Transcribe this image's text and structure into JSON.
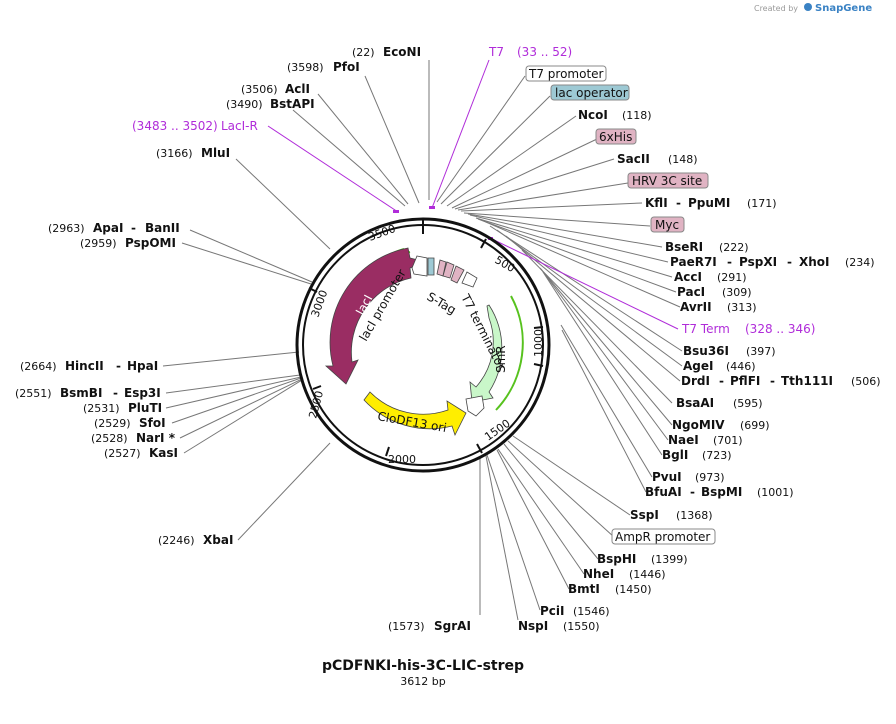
{
  "brand": {
    "prefix": "Created by",
    "name": "SnapGene"
  },
  "plasmid": {
    "name": "pCDFNKI-his-3C-LIC-strep",
    "length_label": "3612 bp"
  },
  "ticks": [
    "500",
    "1000",
    "1500",
    "2000",
    "2500",
    "3000",
    "3500"
  ],
  "sites_left": [
    {
      "name": "EcoNI",
      "pos": "(22)"
    },
    {
      "name": "PfoI",
      "pos": "(3598)"
    },
    {
      "name": "AclI",
      "pos": "(3506)"
    },
    {
      "name": "BstAPI",
      "pos": "(3490)"
    },
    {
      "name": "MluI",
      "pos": "(3166)"
    },
    {
      "name": "ApaI",
      "name2": "BanII",
      "pos": "(2963)"
    },
    {
      "name": "PspOMI",
      "pos": "(2959)"
    },
    {
      "name": "HincII",
      "name2": "HpaI",
      "pos": "(2664)"
    },
    {
      "name": "BsmBI",
      "name2": "Esp3I",
      "pos": "(2551)"
    },
    {
      "name": "PluTI",
      "pos": "(2531)"
    },
    {
      "name": "SfoI",
      "pos": "(2529)"
    },
    {
      "name": "NarI *",
      "pos": "(2528)"
    },
    {
      "name": "KasI",
      "pos": "(2527)"
    },
    {
      "name": "XbaI",
      "pos": "(2246)"
    }
  ],
  "sites_right": [
    {
      "name": "NcoI",
      "pos": "(118)"
    },
    {
      "name": "SacII",
      "pos": "(148)"
    },
    {
      "name": "KflI",
      "name2": "PpuMI",
      "pos": "(171)"
    },
    {
      "name": "BseRI",
      "pos": "(222)"
    },
    {
      "name": "PaeR7I",
      "name2": "PspXI",
      "name3": "XhoI",
      "pos": "(234)"
    },
    {
      "name": "AccI",
      "pos": "(291)"
    },
    {
      "name": "PacI",
      "pos": "(309)"
    },
    {
      "name": "AvrII",
      "pos": "(313)"
    },
    {
      "name": "Bsu36I",
      "pos": "(397)"
    },
    {
      "name": "AgeI",
      "pos": "(446)"
    },
    {
      "name": "DrdI",
      "name2": "PflFI",
      "name3": "Tth111I",
      "pos": "(506)"
    },
    {
      "name": "BsaAI",
      "pos": "(595)"
    },
    {
      "name": "NgoMIV",
      "pos": "(699)"
    },
    {
      "name": "NaeI",
      "pos": "(701)"
    },
    {
      "name": "BglI",
      "pos": "(723)"
    },
    {
      "name": "PvuI",
      "pos": "(973)"
    },
    {
      "name": "BfuAI",
      "name2": "BspMI",
      "pos": "(1001)"
    },
    {
      "name": "SspI",
      "pos": "(1368)"
    },
    {
      "name": "BspHI",
      "pos": "(1399)"
    },
    {
      "name": "NheI",
      "pos": "(1446)"
    },
    {
      "name": "BmtI",
      "pos": "(1450)"
    },
    {
      "name": "PciI",
      "pos": "(1546)"
    },
    {
      "name": "NspI",
      "pos": "(1550)"
    },
    {
      "name": "SgrAI",
      "pos": "(1573)"
    }
  ],
  "primers": [
    {
      "name": "T7",
      "range": "(33 .. 52)"
    },
    {
      "name": "LacI-R",
      "range": "(3483 .. 3502)"
    },
    {
      "name": "T7 Term",
      "range": "(328 .. 346)"
    }
  ],
  "feature_labels": {
    "t7_promoter": "T7 promoter",
    "lac_operator": "lac operator",
    "his6": "6xHis",
    "hrv3c": "HRV 3C site",
    "myc": "Myc",
    "ampr_promoter": "AmpR promoter"
  },
  "inner_labels": {
    "laci": "lacI",
    "laci_promoter": "lacI promoter",
    "stag": "S-Tag",
    "t7_terminator": "T7 terminator",
    "smr": "SmR",
    "cdf_ori": "CloDF13 ori"
  },
  "colors": {
    "laci": "#9a2d63",
    "smr": "#c9f7c9",
    "ori": "#ffee00",
    "t7_box": "#ffffff",
    "lac_box": "#9dc9d4",
    "tag_box": "#e0b3c3",
    "primer": "#b02cd9",
    "green_arc": "#57c21e"
  }
}
